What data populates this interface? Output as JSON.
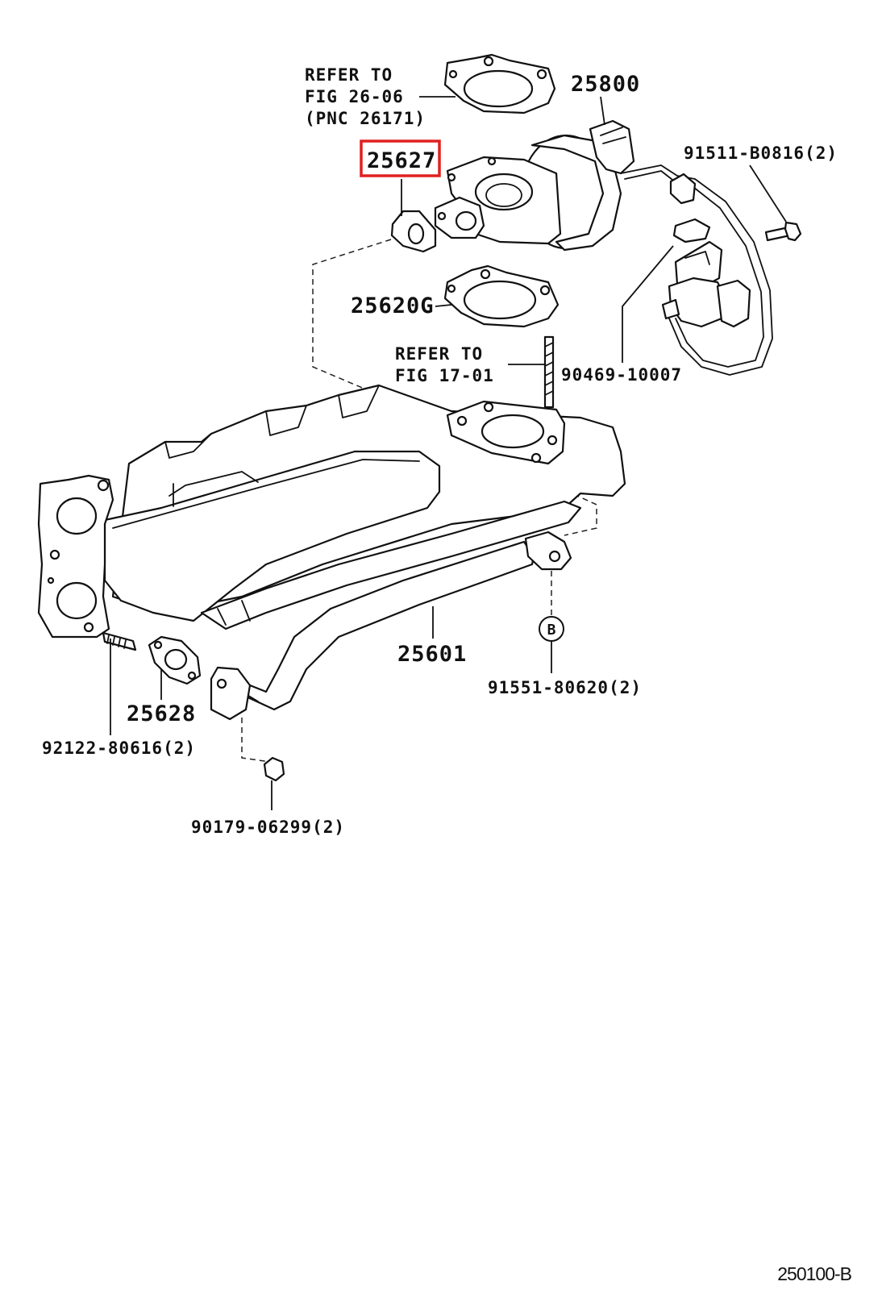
{
  "diagram": {
    "highlight_color": "#e02020",
    "labels": {
      "refer_fig_26": [
        "REFER TO",
        "FIG 26-06",
        "(PNC 26171)"
      ],
      "refer_fig_17": [
        "REFER TO",
        "FIG 17-01"
      ],
      "p25800": "25800",
      "p25627": "25627",
      "p91511": "91511-B0816(2)",
      "p25620G": "25620G",
      "p90469": "90469-10007",
      "p25601": "25601",
      "b_marker": "B",
      "p91551": "91551-80620(2)",
      "p25628": "25628",
      "p92122": "92122-80616(2)",
      "p90179": "90179-06299(2)",
      "figure_code": "250100-B"
    }
  }
}
